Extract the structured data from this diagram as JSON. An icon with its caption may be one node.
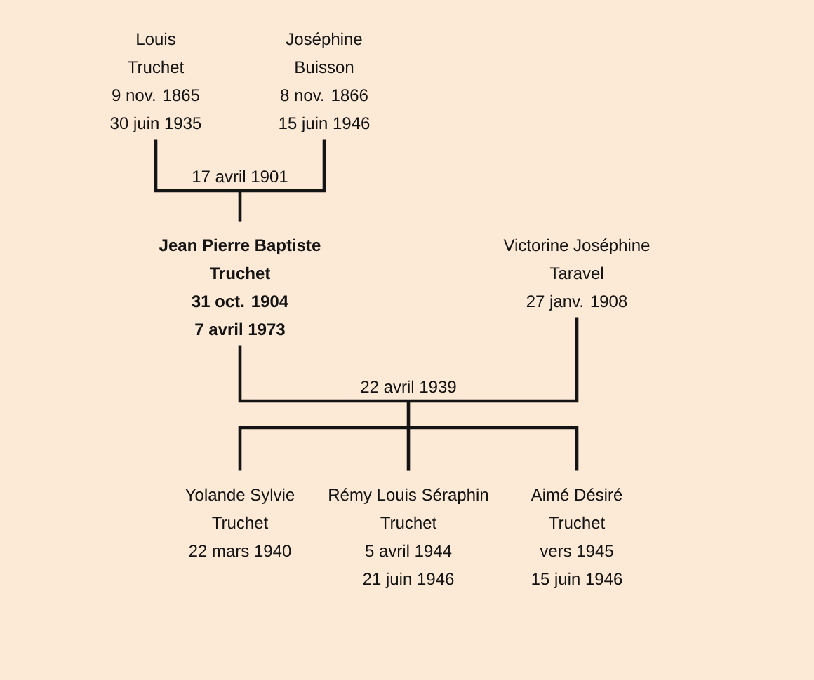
{
  "diagram": {
    "nodes": [
      {
        "text": [
          "Louis Truchet",
          "9 nov. 1865",
          "30 juin 1935"
        ]
      },
      {
        "text": [
          "Joséphine Buisson",
          "8 nov. 1866",
          "15 juin 1946"
        ]
      },
      {
        "text": [
          "Jean Pierre Baptiste Truchet",
          "31 oct. 1904",
          "7 avril 1973"
        ]
      },
      {
        "text": [
          "Victorine Joséphine Taravel",
          "27 janv. 1908"
        ]
      },
      {
        "text": [
          "Yolande Sylvie Truchet",
          "22 mars 1940"
        ]
      },
      {
        "text": [
          "Rémy Louis Séraphin Truchet",
          "5 avril 1944",
          "21 juin 1946"
        ]
      },
      {
        "text": [
          "Aimé Désiré Truchet",
          "vers 1945",
          "15 juin 1946"
        ]
      }
    ],
    "edges": [
      {
        "from": 0,
        "to": 2,
        "arrow": "none",
        "label": "17 avril 1901"
      },
      {
        "from": 1,
        "to": 2,
        "arrow": "none"
      },
      {
        "from": 2,
        "to": 4,
        "arrow": "none",
        "label": "22 avril 1939"
      },
      {
        "from": 2,
        "to": 5,
        "arrow": "none"
      },
      {
        "from": 2,
        "to": 6,
        "arrow": "none"
      },
      {
        "from": 3,
        "to": 4,
        "arrow": "none"
      },
      {
        "from": 3,
        "to": 5,
        "arrow": "none"
      },
      {
        "from": 3,
        "to": 6,
        "arrow": "none"
      }
    ]
  }
}
